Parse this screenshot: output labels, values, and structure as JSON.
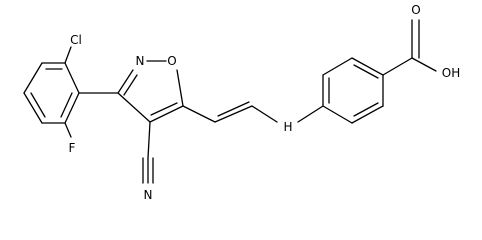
{
  "molecule": {
    "atom_labels": {
      "cl": "Cl",
      "f": "F",
      "n_ring": "N",
      "o_ring": "O",
      "n_nitrile": "N",
      "nh": "H",
      "oxo": "O",
      "oh": "OH"
    }
  }
}
